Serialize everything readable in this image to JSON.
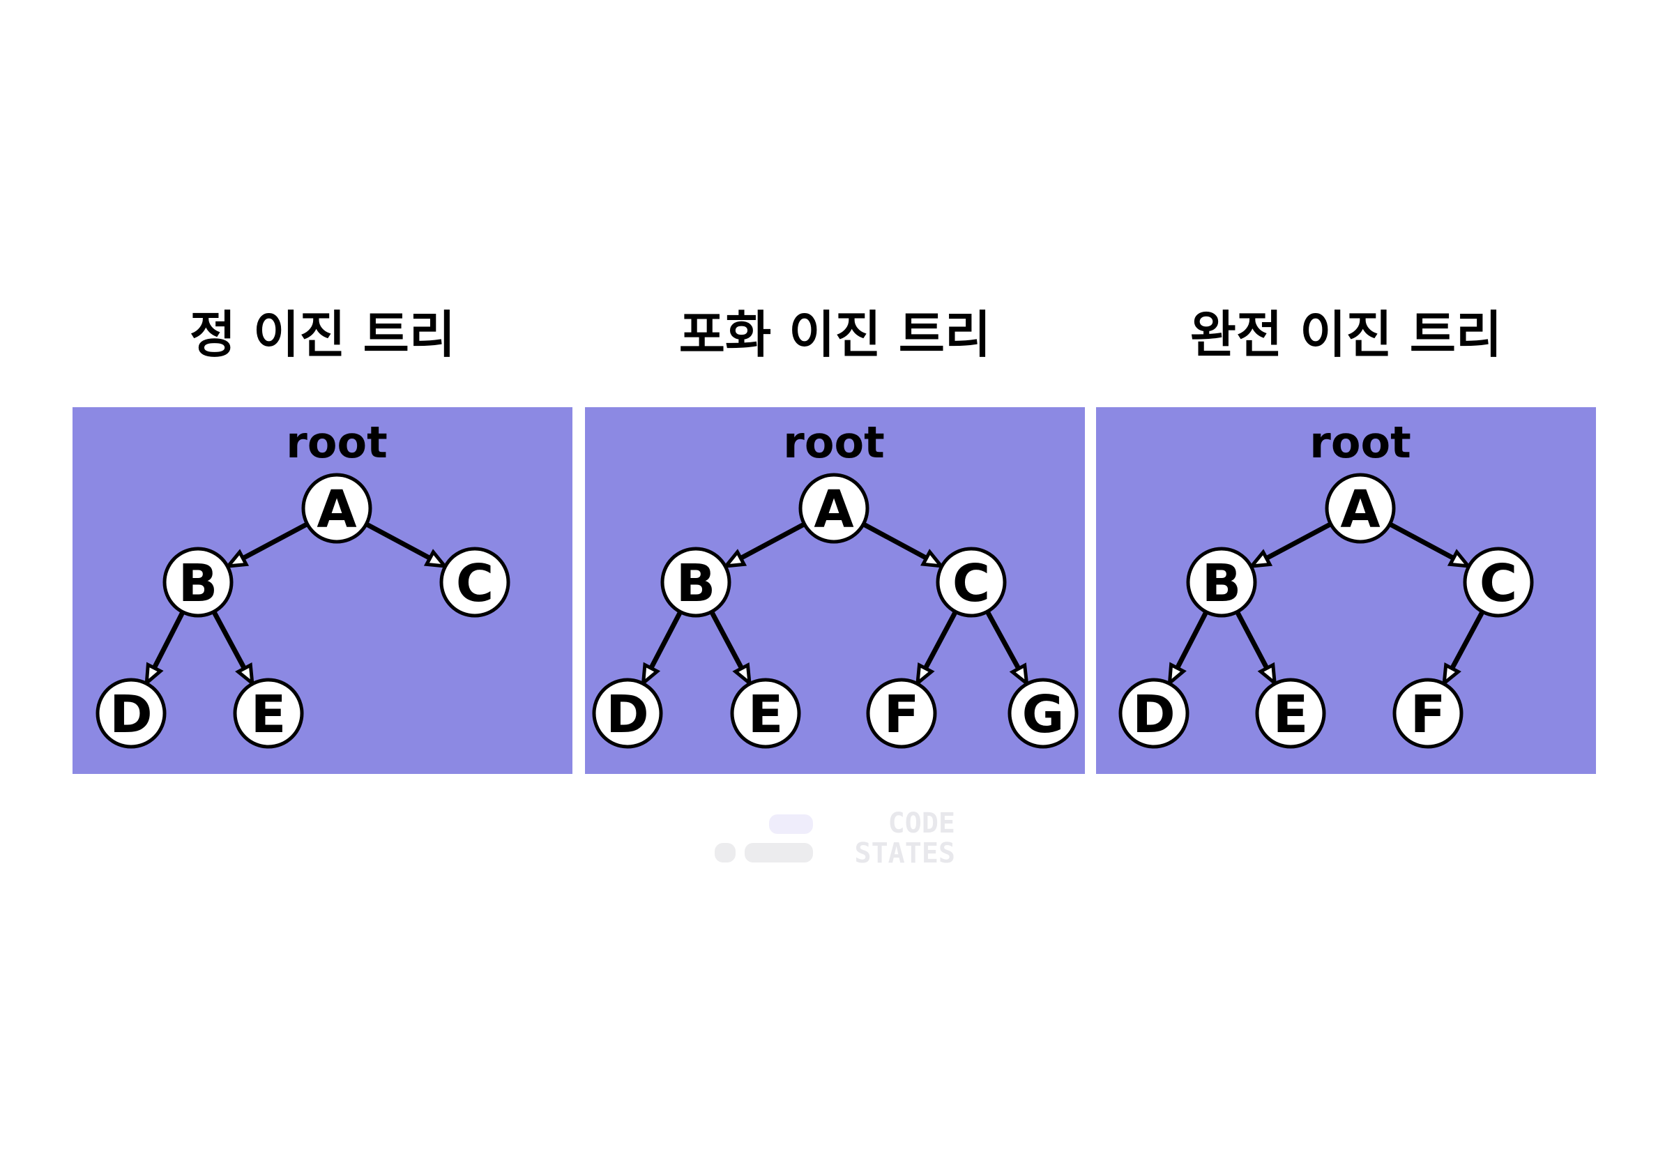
{
  "trees": [
    {
      "title": "정 이진 트리",
      "root_label": "root",
      "nodes": {
        "A": {
          "label": "A"
        },
        "B": {
          "label": "B"
        },
        "C": {
          "label": "C"
        },
        "D": {
          "label": "D"
        },
        "E": {
          "label": "E"
        }
      },
      "edges": [
        [
          "A",
          "B"
        ],
        [
          "A",
          "C"
        ],
        [
          "B",
          "D"
        ],
        [
          "B",
          "E"
        ]
      ]
    },
    {
      "title": "포화 이진 트리",
      "root_label": "root",
      "nodes": {
        "A": {
          "label": "A"
        },
        "B": {
          "label": "B"
        },
        "C": {
          "label": "C"
        },
        "D": {
          "label": "D"
        },
        "E": {
          "label": "E"
        },
        "F": {
          "label": "F"
        },
        "G": {
          "label": "G"
        }
      },
      "edges": [
        [
          "A",
          "B"
        ],
        [
          "A",
          "C"
        ],
        [
          "B",
          "D"
        ],
        [
          "B",
          "E"
        ],
        [
          "C",
          "F"
        ],
        [
          "C",
          "G"
        ]
      ]
    },
    {
      "title": "완전 이진 트리",
      "root_label": "root",
      "nodes": {
        "A": {
          "label": "A"
        },
        "B": {
          "label": "B"
        },
        "C": {
          "label": "C"
        },
        "D": {
          "label": "D"
        },
        "E": {
          "label": "E"
        },
        "F": {
          "label": "F"
        }
      },
      "edges": [
        [
          "A",
          "B"
        ],
        [
          "A",
          "C"
        ],
        [
          "B",
          "D"
        ],
        [
          "B",
          "E"
        ],
        [
          "C",
          "F"
        ]
      ]
    }
  ],
  "colors": {
    "panel_background": "#8c89e3",
    "node_fill": "#ffffff",
    "stroke": "#000000",
    "watermark": "#e8e8ec"
  },
  "watermark": {
    "line1": "CODE",
    "line2": "STATES"
  }
}
